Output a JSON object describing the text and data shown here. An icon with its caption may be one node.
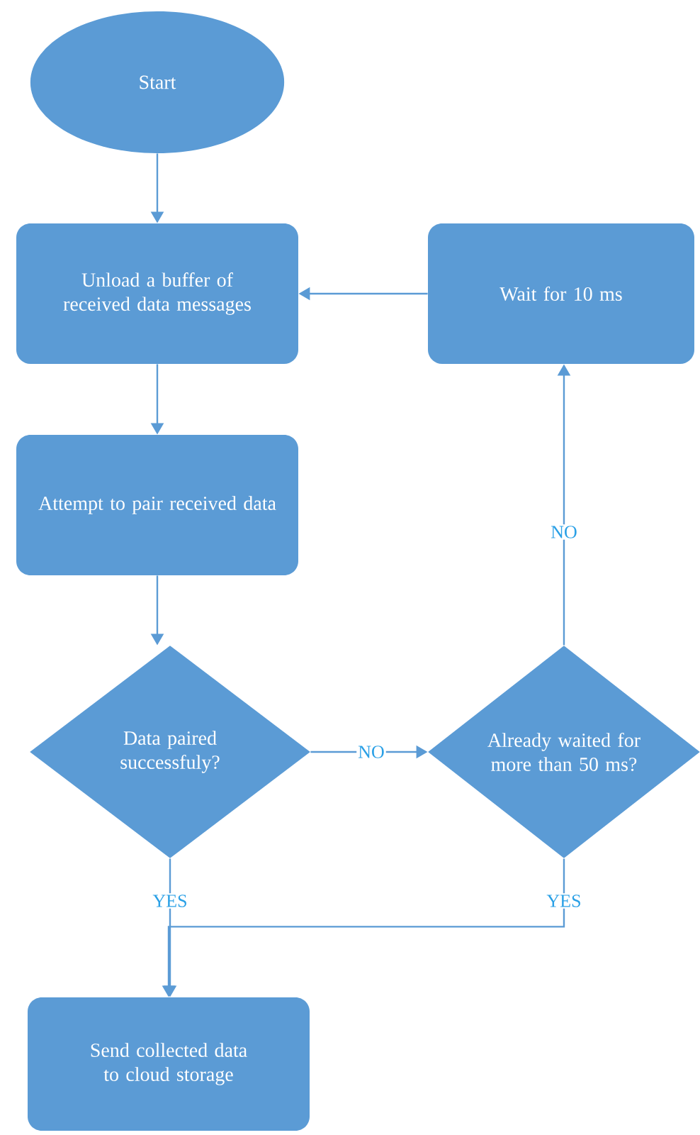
{
  "diagram": {
    "nodes": [
      {
        "text": [
          "Start"
        ]
      },
      {
        "text": [
          "Unload a buffer of received data messages"
        ]
      },
      {
        "text": [
          "Wait for 10 ms"
        ]
      },
      {
        "text": [
          "Attempt to pair received data"
        ]
      },
      {
        "text": [
          "Data paired successfuly?"
        ]
      },
      {
        "text": [
          "Already waited for more than 50 ms?"
        ]
      },
      {
        "text": [
          "Send collected data to cloud storage"
        ]
      }
    ],
    "edges": [
      {
        "from": 0,
        "to": 1,
        "arrow": "to"
      },
      {
        "from": 2,
        "to": 1,
        "arrow": "to"
      },
      {
        "from": 1,
        "to": 3,
        "arrow": "to"
      },
      {
        "from": 3,
        "to": 4,
        "arrow": "to"
      },
      {
        "from": 4,
        "to": 5,
        "arrow": "to",
        "label": "NO"
      },
      {
        "from": 5,
        "to": 2,
        "arrow": "to",
        "label": "NO"
      },
      {
        "from": 4,
        "to": 6,
        "arrow": "to",
        "label": "YES"
      },
      {
        "from": 5,
        "to": 6,
        "arrow": "to",
        "label": "YES"
      }
    ]
  }
}
